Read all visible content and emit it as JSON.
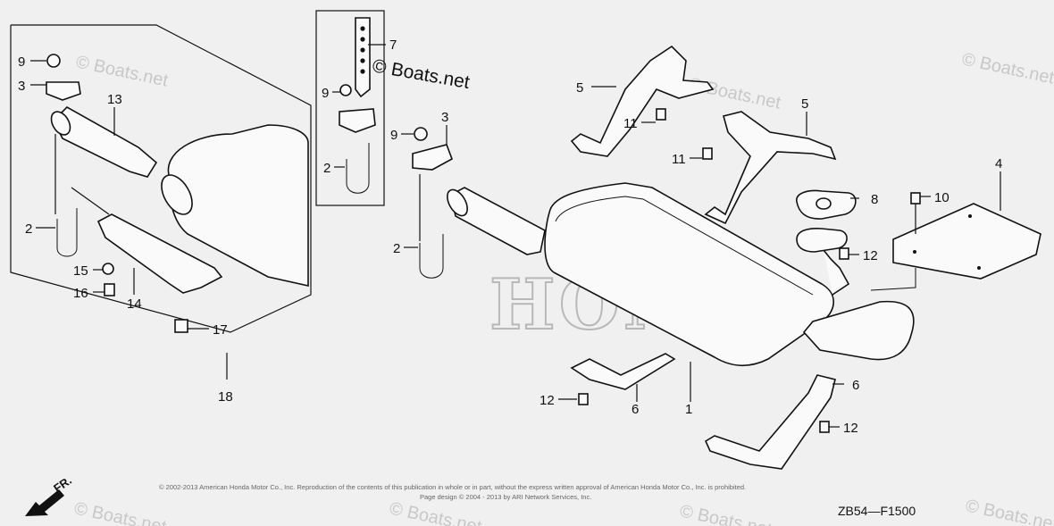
{
  "watermarks": {
    "main": "© Boats.net",
    "ghost": "© Boats.net",
    "brand": "HONDA"
  },
  "callouts": [
    {
      "id": "c9a",
      "label": "9"
    },
    {
      "id": "c3a",
      "label": "3"
    },
    {
      "id": "c13",
      "label": "13"
    },
    {
      "id": "c2a",
      "label": "2"
    },
    {
      "id": "c15",
      "label": "15"
    },
    {
      "id": "c16",
      "label": "16"
    },
    {
      "id": "c14",
      "label": "14"
    },
    {
      "id": "c17",
      "label": "17"
    },
    {
      "id": "c18",
      "label": "18"
    },
    {
      "id": "c7",
      "label": "7"
    },
    {
      "id": "c9b",
      "label": "9"
    },
    {
      "id": "c2b",
      "label": "2"
    },
    {
      "id": "c9c",
      "label": "9"
    },
    {
      "id": "c3b",
      "label": "3"
    },
    {
      "id": "c2c",
      "label": "2"
    },
    {
      "id": "c5a",
      "label": "5"
    },
    {
      "id": "c11a",
      "label": "11"
    },
    {
      "id": "c5b",
      "label": "5"
    },
    {
      "id": "c11b",
      "label": "11"
    },
    {
      "id": "c8",
      "label": "8"
    },
    {
      "id": "c10",
      "label": "10"
    },
    {
      "id": "c4",
      "label": "4"
    },
    {
      "id": "c12a",
      "label": "12"
    },
    {
      "id": "c1",
      "label": "1"
    },
    {
      "id": "c12b",
      "label": "12"
    },
    {
      "id": "c6a",
      "label": "6"
    },
    {
      "id": "c6b",
      "label": "6"
    },
    {
      "id": "c12c",
      "label": "12"
    }
  ],
  "copyright": {
    "line1": "© 2002-2013 American Honda Motor Co., Inc. Reproduction of the contents of this publication in whole or in part, without the express written approval of American Honda Motor Co., Inc. is prohibited.",
    "line2": "Page design © 2004 - 2013 by ARI Network Services, Inc."
  },
  "diagram_code": "ZB54—F1500",
  "direction_label": "FR.",
  "colors": {
    "ink": "#111111",
    "background": "#f0f0f0",
    "watermark": "#c8c8c8"
  }
}
